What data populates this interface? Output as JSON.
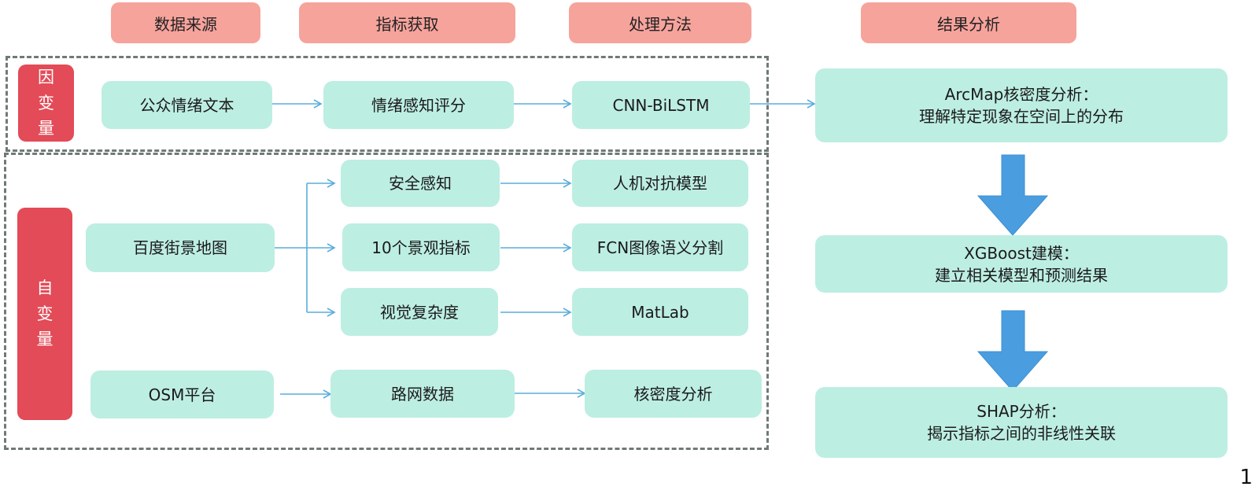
{
  "headers": {
    "data_source": "数据来源",
    "indicator": "指标获取",
    "method": "处理方法",
    "result": "结果分析"
  },
  "groups": {
    "dependent": {
      "label_chars": [
        "因",
        "变",
        "量"
      ]
    },
    "independent": {
      "label_chars": [
        "自",
        "变",
        "量"
      ]
    }
  },
  "nodes": {
    "public_emotion_text": "公众情绪文本",
    "emotion_score": "情绪感知评分",
    "cnn_bilstm": "CNN-BiLSTM",
    "baidu_streetview": "百度街景地图",
    "safety_perception": "安全感知",
    "landscape_10": "10个景观指标",
    "visual_complexity": "视觉复杂度",
    "human_machine_model": "人机对抗模型",
    "fcn_segmentation": "FCN图像语义分割",
    "matlab": "MatLab",
    "osm_platform": "OSM平台",
    "road_network": "路网数据",
    "kernel_density": "核密度分析"
  },
  "results": [
    {
      "title": "ArcMap核密度分析：",
      "desc": "理解特定现象在空间上的分布"
    },
    {
      "title": "XGBoost建模：",
      "desc": "建立相关模型和预测结果"
    },
    {
      "title": "SHAP分析：",
      "desc": "揭示指标之间的非线性关联"
    }
  ],
  "colors": {
    "header": "#f6a39c",
    "node": "#bdeee2",
    "side_label": "#e24b57",
    "connector": "#5aaedb",
    "big_arrow": "#4a9ee0"
  },
  "page_number": "1"
}
